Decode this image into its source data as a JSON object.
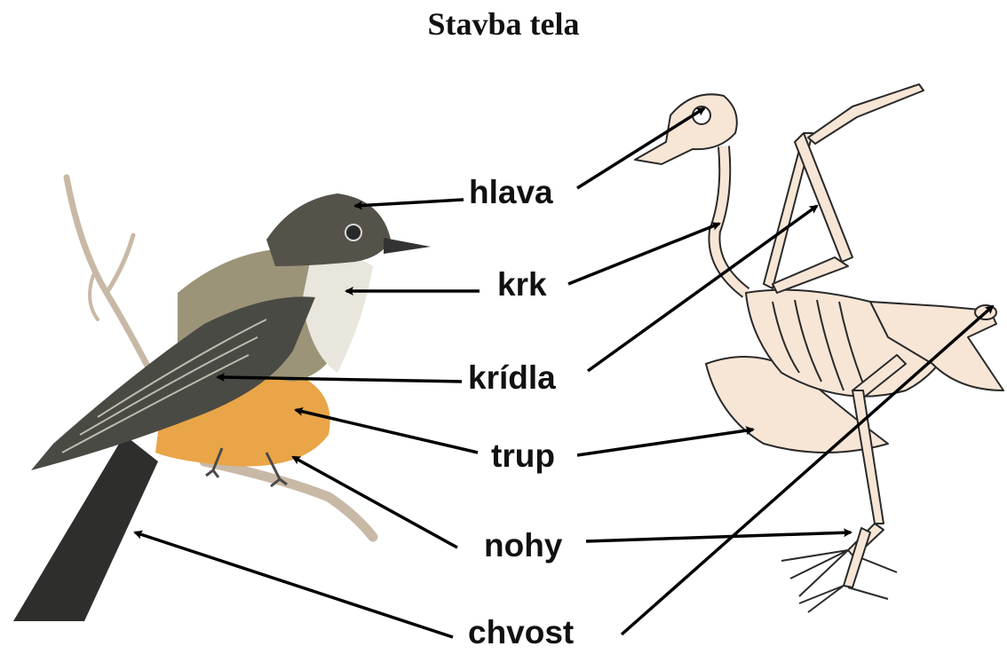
{
  "title": "Stavba tela",
  "labels": {
    "head": "hlava",
    "neck": "krk",
    "wings": "krídla",
    "trunk": "trup",
    "legs": "nohy",
    "tail": "chvost"
  },
  "colors": {
    "arrow": "#000000",
    "bird_head": "#55524a",
    "bird_throat": "#e9e7dd",
    "bird_wing": "#4a4a44",
    "bird_belly": "#e9a548",
    "bird_tail": "#2e2e2c",
    "branch": "#c8b9a6",
    "bone": "#f7e6d6"
  }
}
